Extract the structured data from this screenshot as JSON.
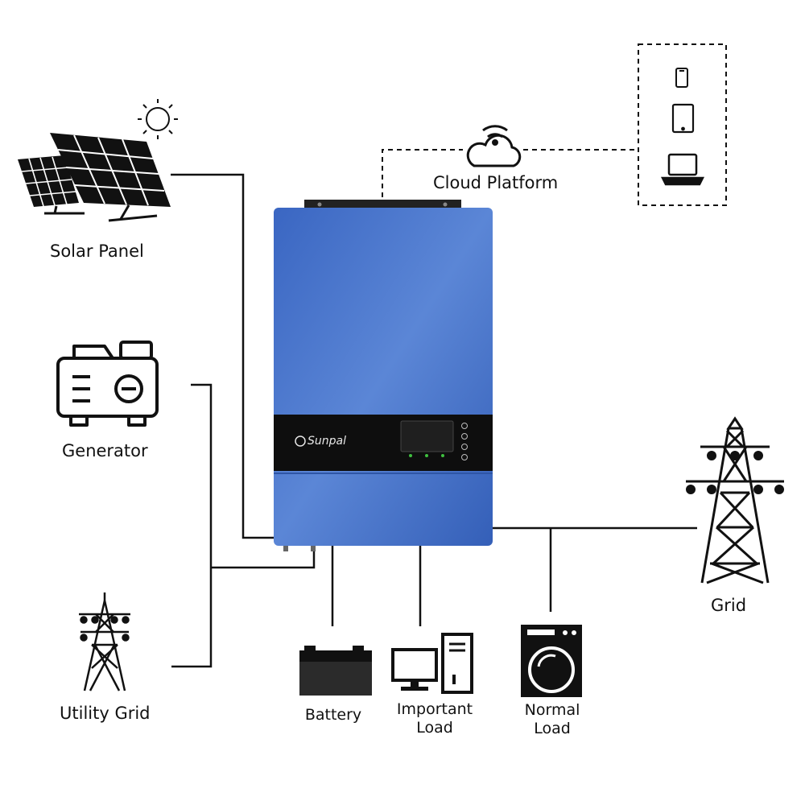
{
  "labels": {
    "solar_panel": "Solar Panel",
    "cloud_platform": "Cloud Platform",
    "generator": "Generator",
    "utility_grid": "Utility Grid",
    "grid": "Grid",
    "battery": "Battery",
    "important_load_line1": "Important",
    "important_load_line2": "Load",
    "normal_load_line1": "Normal",
    "normal_load_line2": "Load"
  },
  "inverter": {
    "brand": "Sunpal",
    "body_color": "#3f6fc6",
    "panel_color": "#111111"
  },
  "icons": [
    "sun-icon",
    "solar-panel-icon",
    "generator-icon",
    "utility-grid-tower-icon",
    "grid-tower-icon",
    "cloud-wifi-icon",
    "phone-icon",
    "tablet-icon",
    "laptop-icon",
    "battery-icon",
    "desktop-computer-icon",
    "washing-machine-icon"
  ]
}
